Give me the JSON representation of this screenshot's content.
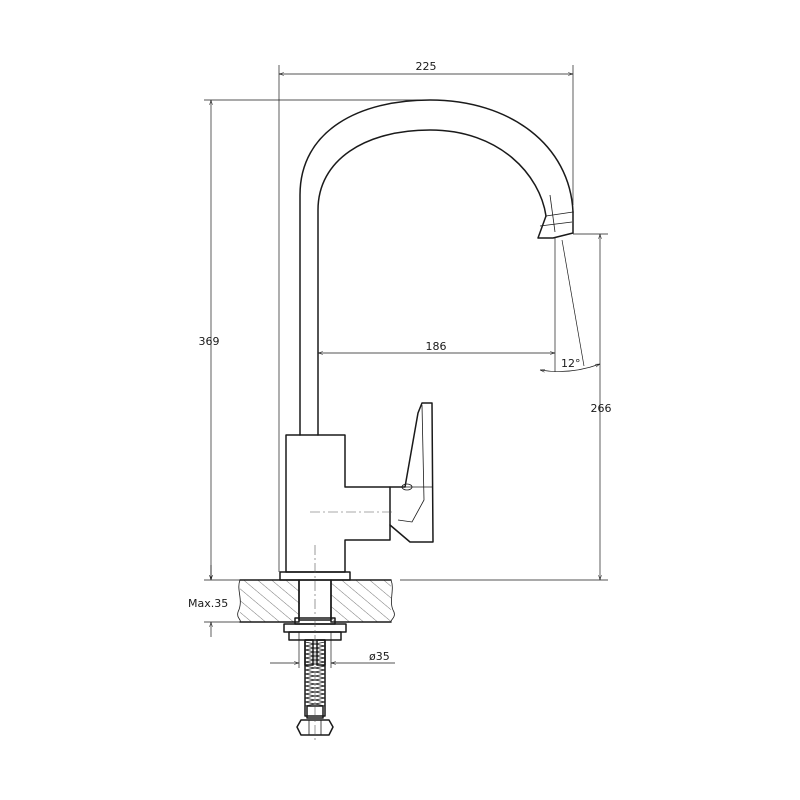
{
  "dimensions": {
    "total_width": "225",
    "total_height": "369",
    "spout_reach": "186",
    "spout_angle": "12°",
    "spout_height": "266",
    "max_thickness": "Max.35",
    "hole_diameter": "ø35"
  }
}
